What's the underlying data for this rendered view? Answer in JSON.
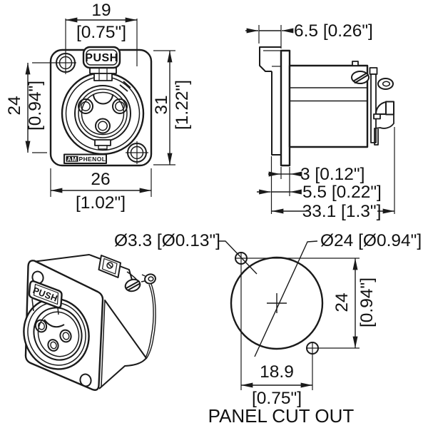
{
  "colors": {
    "line": "#1a1a1a",
    "background": "#ffffff"
  },
  "front_view": {
    "push_label": "PUSH",
    "brand_prefix": "AM",
    "brand_suffix": "PHENOL",
    "dim_width_top_mm": "19",
    "dim_width_top_in": "[0.75\"]",
    "dim_holes_vertical_mm": "24",
    "dim_holes_vertical_in": "[0.94\"]",
    "dim_height_mm": "31",
    "dim_height_in": "[1.22\"]",
    "dim_width_bottom_mm": "26",
    "dim_width_bottom_in": "[1.02\"]"
  },
  "side_view": {
    "dim_front_protrusion": "6.5 [0.26\"]",
    "dim_flange_thickness": "3 [0.12\"]",
    "dim_front_depth": "5.5 [0.22\"]",
    "dim_total_length": "33.1 [1.3\"]"
  },
  "perspective_view": {
    "push_label": "PUSH"
  },
  "panel_cutout": {
    "caption": "PANEL CUT OUT",
    "screw_hole_diameter": "Ø3.3 [Ø0.13\"]",
    "main_hole_diameter": "Ø24 [Ø0.94\"]",
    "dim_vertical_mm": "24",
    "dim_vertical_in": "[0.94\"]",
    "dim_horizontal_mm": "18.9",
    "dim_horizontal_in": "[0.75\"]"
  }
}
